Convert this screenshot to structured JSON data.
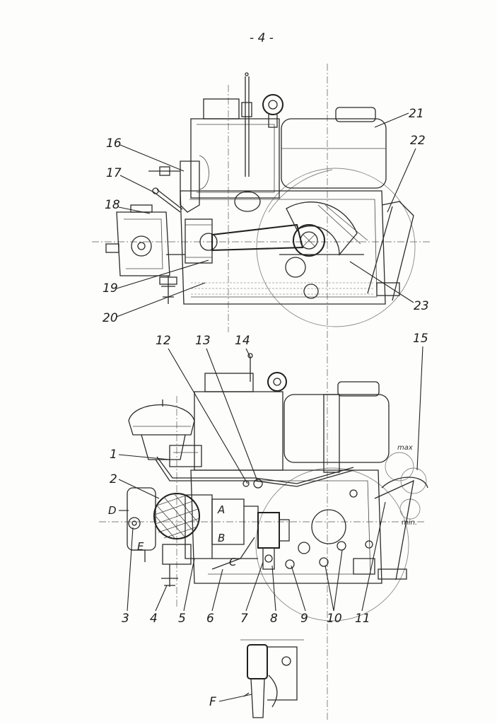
{
  "page_number": "- 4 -",
  "top_view_labels": [
    "16",
    "17",
    "18",
    "19",
    "20",
    "21",
    "22",
    "23"
  ],
  "bottom_view_labels": [
    "1",
    "2",
    "3",
    "4",
    "5",
    "6",
    "7",
    "8",
    "9",
    "10",
    "11",
    "12",
    "13",
    "14",
    "15"
  ],
  "letter_labels": [
    "A",
    "B",
    "C",
    "D",
    "E",
    "F"
  ],
  "gauge_labels": {
    "max": "max",
    "min": "min."
  }
}
